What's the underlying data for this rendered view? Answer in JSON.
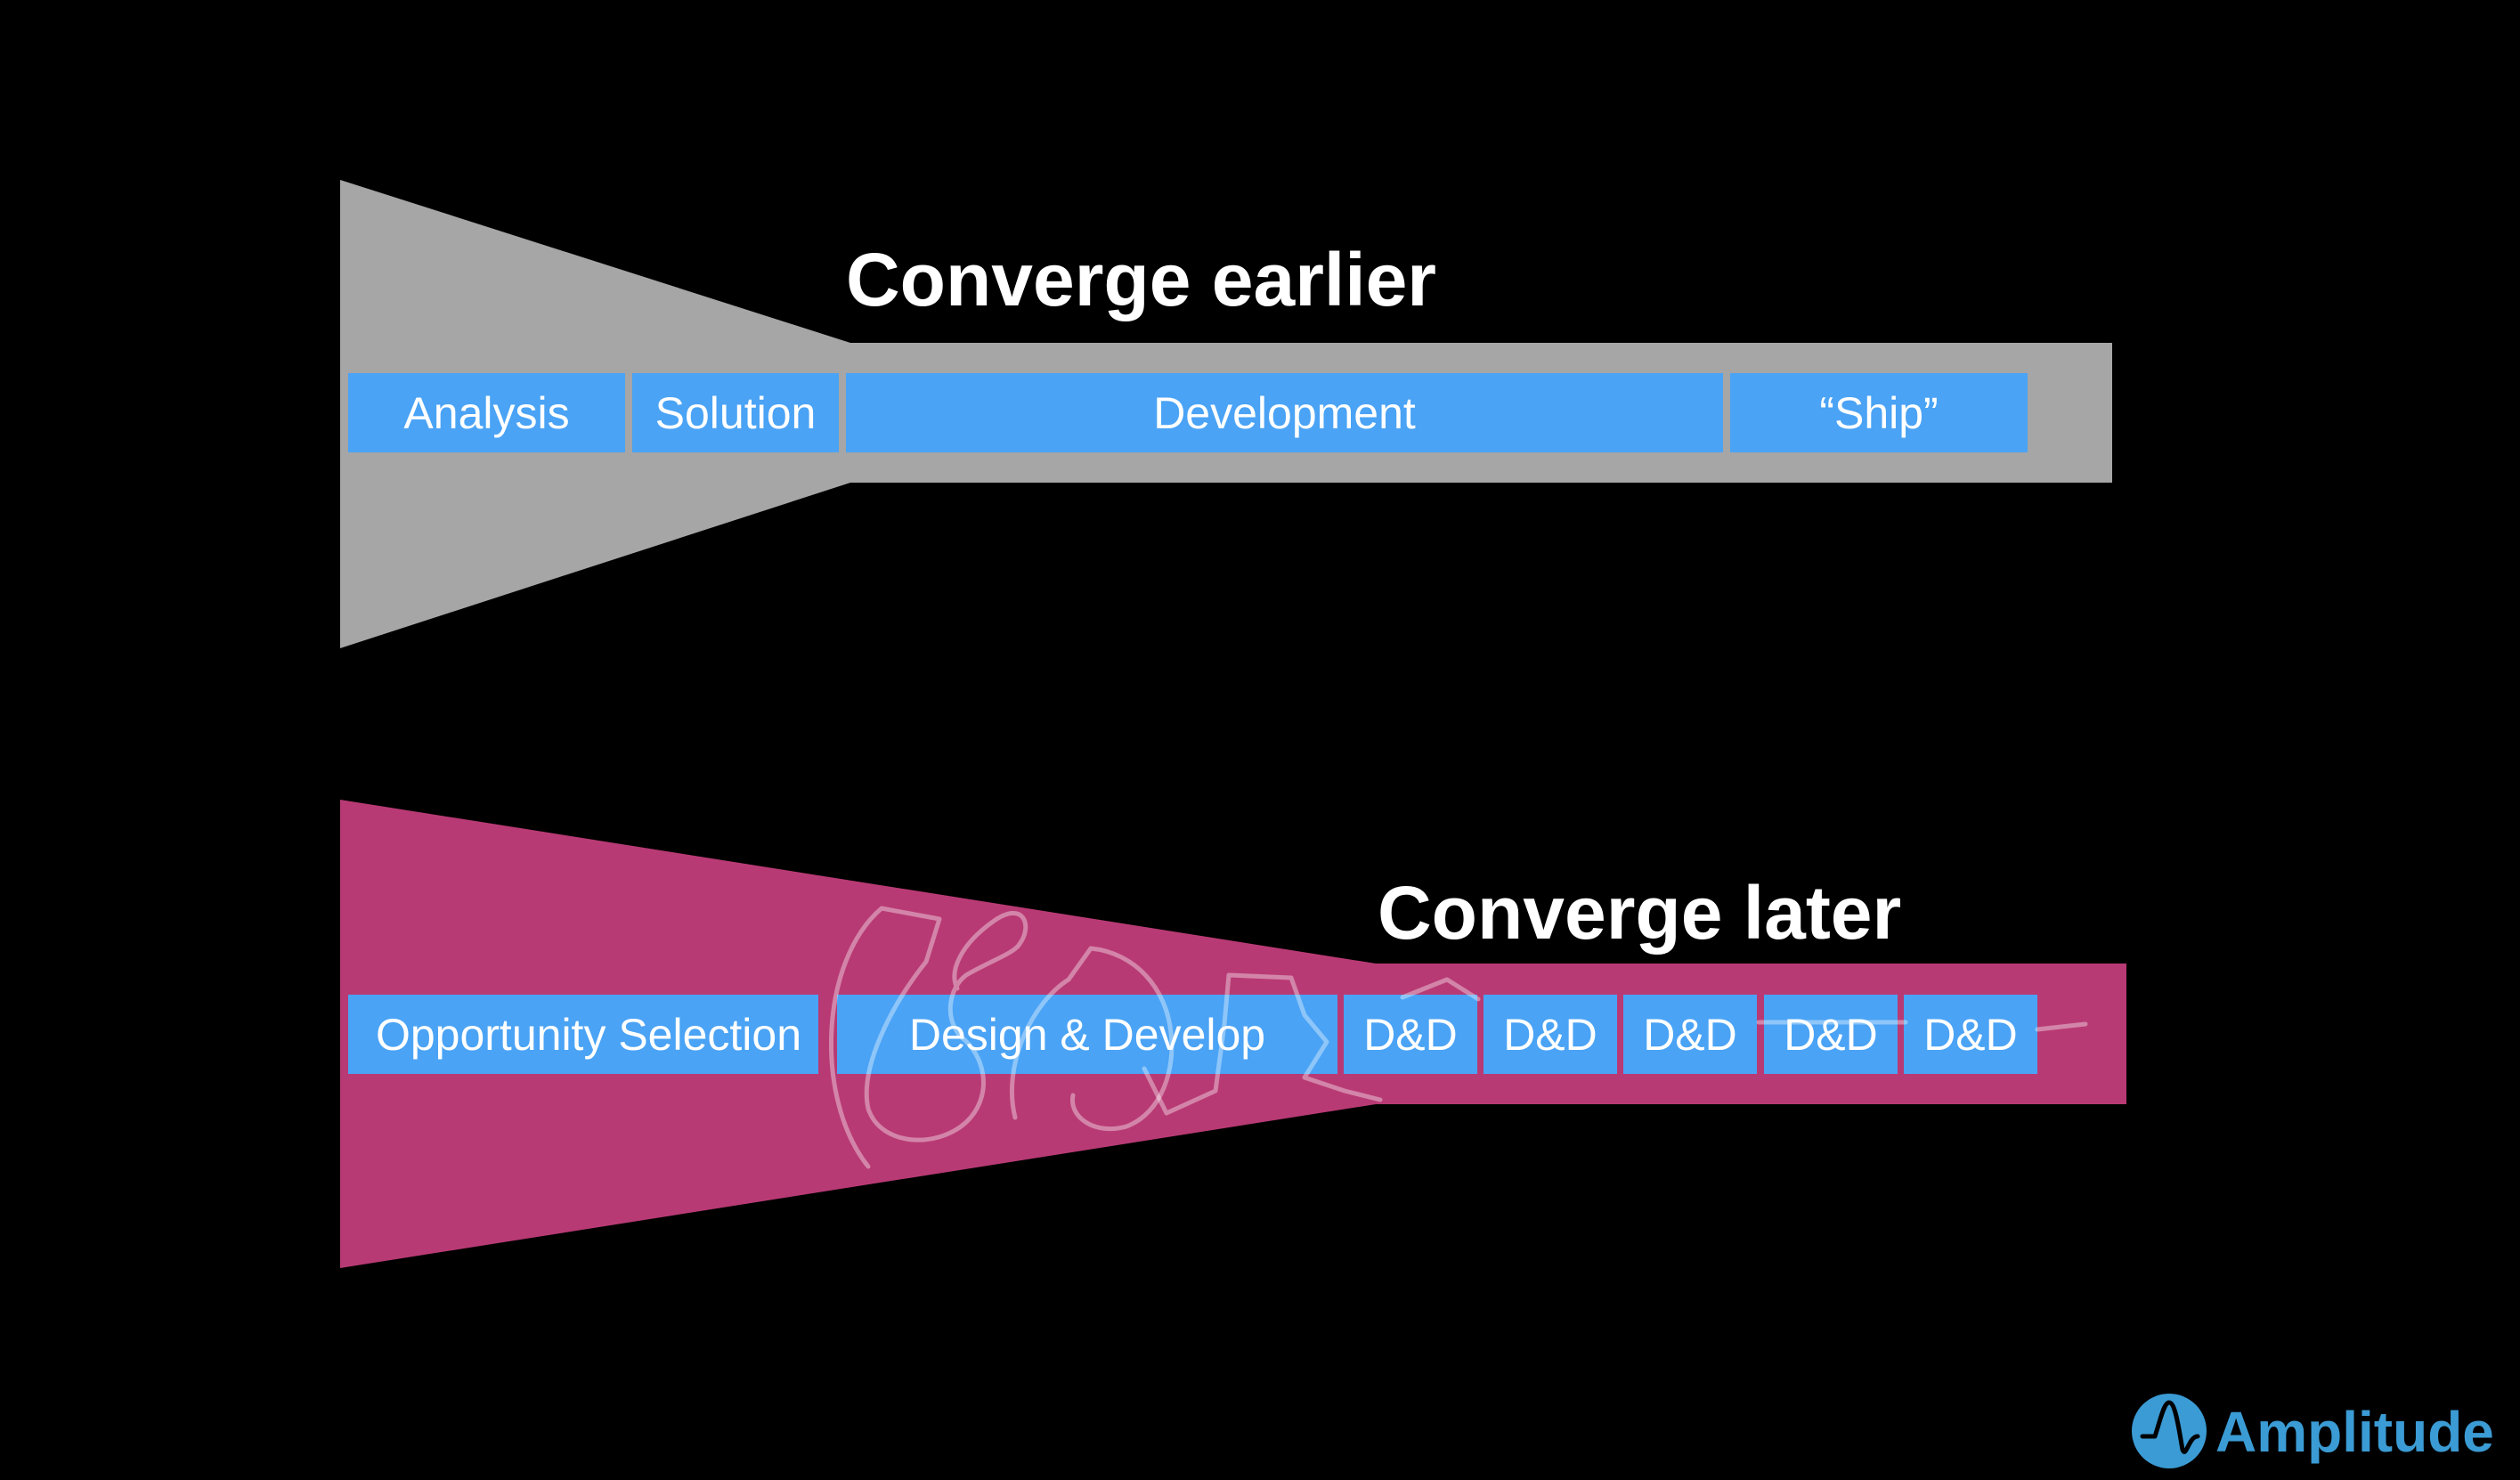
{
  "colors": {
    "background": "#000000",
    "funnel_top": "#a6a6a6",
    "funnel_bottom": "#b83a74",
    "box": "#4aa3f5",
    "text": "#ffffff",
    "logo": "#3b9bd4"
  },
  "diagram_top": {
    "title": "Converge earlier",
    "stages": [
      "Analysis",
      "Solution",
      "Development",
      "“Ship”"
    ]
  },
  "diagram_bottom": {
    "title": "Converge later",
    "stages": [
      "Opportunity Selection",
      "Design & Develop",
      "D&D",
      "D&D",
      "D&D",
      "D&D",
      "D&D"
    ]
  },
  "logo": {
    "text": "Amplitude",
    "icon": "amplitude-logo-icon"
  }
}
